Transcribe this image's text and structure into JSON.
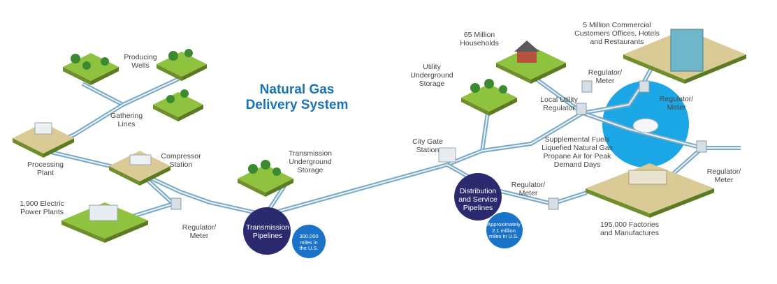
{
  "title": "Natural Gas\nDelivery System",
  "labels": {
    "producing_wells": "Producing\nWells",
    "gathering_lines": "Gathering\nLines",
    "processing_plant": "Processing\nPlant",
    "compressor_station": "Compressor\nStation",
    "electric_plants": "1,900 Electric\nPower Plants",
    "regulator_meter_left": "Regulator/\nMeter",
    "transmission_storage": "Transmission\nUnderground\nStorage",
    "city_gate": "City Gate\nStation",
    "utility_storage": "Utility\nUnderground\nStorage",
    "households": "65 Million\nHouseholds",
    "commercial": "5 Million Commercial\nCustomers Offices, Hotels\nand Restaurants",
    "regulator_meter_top": "Regulator/\nMeter",
    "regulator_meter_right_top": "Regulator/\nMeter",
    "local_utility_regulator": "Local Utility\nRegulator",
    "supplemental_fuels": "Supplemental Fuels\nLiquefied Natural Gas\nPropane Air for Peak\nDemand Days",
    "regulator_meter_mid": "Regulator/\nMeter",
    "regulator_meter_right": "Regulator/\nMeter",
    "factories": "195,000 Factories\nand Manufactures"
  },
  "bubbles": {
    "transmission": "Transmission\nPipelines",
    "transmission_miles": "300,000\nmiles in\nthe U.S.",
    "distribution": "Distribution\nand Service\nPipelines",
    "distribution_miles": "Approximately\n2.1 million\nmiles in U.S."
  },
  "colors": {
    "title": "#1a73b8",
    "navy": "#2b2a6e",
    "blue": "#1a73c9",
    "highlight": "#1ba7e6",
    "pipe_outer": "#7aa7c4",
    "pipe_inner": "#e8f3fb",
    "grass": "#8fc23f",
    "ground": "#d9ca96",
    "tree": "#3b8a2f"
  }
}
